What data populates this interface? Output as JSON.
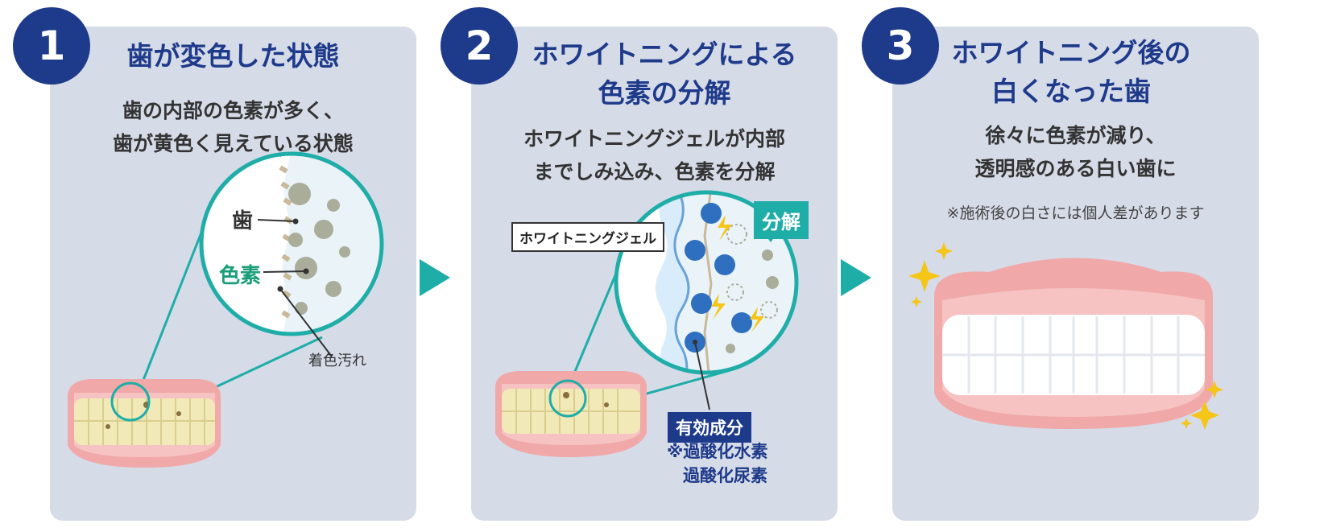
{
  "steps": [
    {
      "number": "1",
      "title_lines": [
        "歯が変色した状態"
      ],
      "desc_lines": [
        "歯の内部の色素が多く、",
        "歯が黄色く見えている状態"
      ],
      "labels": {
        "tooth": "歯",
        "pigment": "色素",
        "stain": "着色汚れ"
      }
    },
    {
      "number": "2",
      "title_lines": [
        "ホワイトニングによる",
        "色素の分解"
      ],
      "desc_lines": [
        "ホワイトニングジェルが内部",
        "までしみ込み、色素を分解"
      ],
      "labels": {
        "gel": "ホワイトニングジェル",
        "decompose": "分解",
        "active_ingredient": "有効成分",
        "ingredients": [
          "※過酸化水素",
          "過酸化尿素"
        ]
      }
    },
    {
      "number": "3",
      "title_lines": [
        "ホワイトニング後の",
        "白くなった歯"
      ],
      "desc_lines": [
        "徐々に色素が減り、",
        "透明感のある白い歯に"
      ],
      "note": "※施術後の白さには個人差があります"
    }
  ],
  "colors": {
    "panel_bg": "#d6dbe8",
    "badge": "#1e3a8a",
    "accent_teal": "#1fada8",
    "pigment_gray": "#a9ad9a",
    "pigment_green": "#1a9e7a",
    "gel_blue": "#2f6fc0",
    "gum_pink": "#f0a8a8",
    "yellow_teeth": "#f1e9b8",
    "spark_yellow": "#f5c518"
  },
  "icons": [
    "step-arrow-icon",
    "lightning-icon",
    "sparkle-icon"
  ]
}
